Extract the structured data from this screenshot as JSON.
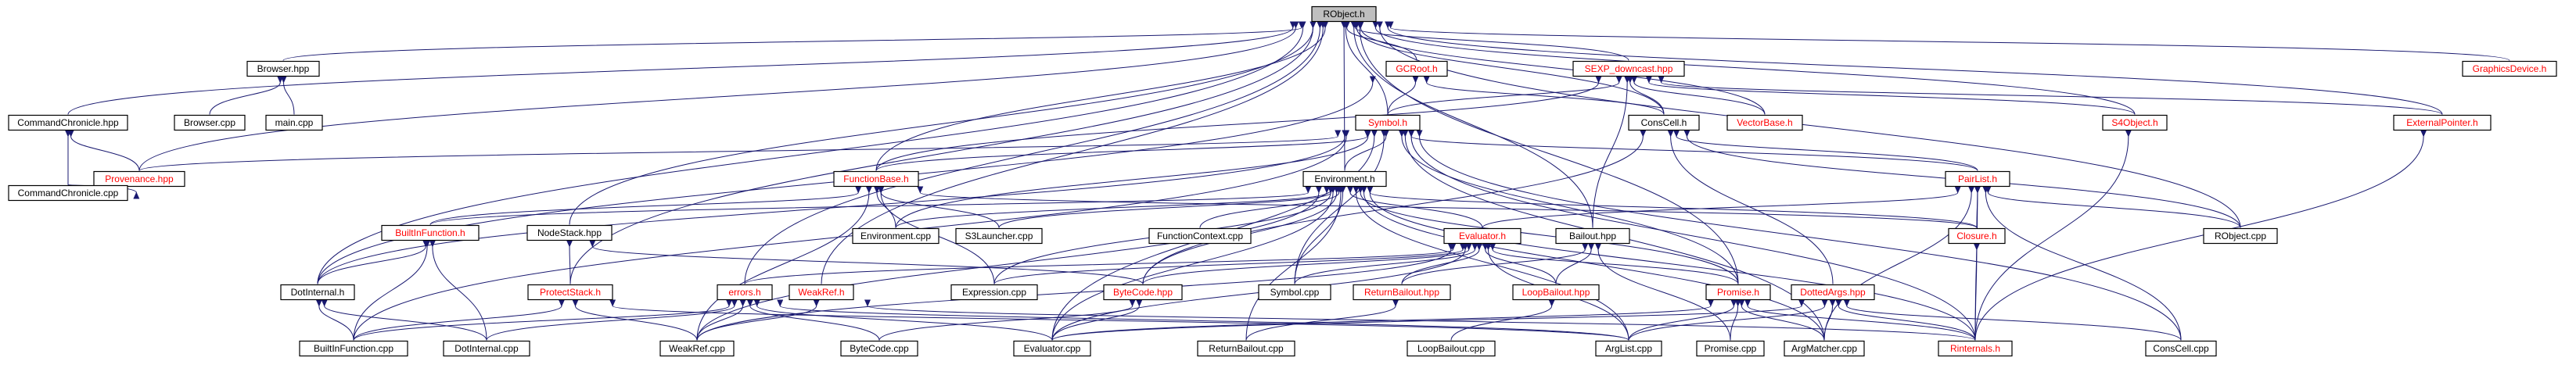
{
  "graph": {
    "edge_color": "#191970",
    "focus_fill": "#bfbfbf",
    "link_color": "#ff0000",
    "nodes": [
      {
        "id": "RObject_h",
        "label": "RObject.h",
        "focus": true,
        "linked": false
      },
      {
        "id": "CommandChronicle_hpp",
        "label": "CommandChronicle.hpp",
        "linked": false
      },
      {
        "id": "Browser_hpp",
        "label": "Browser.hpp",
        "linked": false
      },
      {
        "id": "GCRoot_h",
        "label": "GCRoot.h",
        "linked": true
      },
      {
        "id": "SEXP_downcast_hpp",
        "label": "SEXP_downcast.hpp",
        "linked": true
      },
      {
        "id": "GraphicsDevice_h",
        "label": "GraphicsDevice.h",
        "linked": true
      },
      {
        "id": "Browser_cpp",
        "label": "Browser.cpp",
        "linked": false
      },
      {
        "id": "main_cpp",
        "label": "main.cpp",
        "linked": false
      },
      {
        "id": "Symbol_h",
        "label": "Symbol.h",
        "linked": true
      },
      {
        "id": "ConsCell_h",
        "label": "ConsCell.h",
        "linked": false
      },
      {
        "id": "VectorBase_h",
        "label": "VectorBase.h",
        "linked": true
      },
      {
        "id": "S4Object_h",
        "label": "S4Object.h",
        "linked": true
      },
      {
        "id": "ExternalPointer_h",
        "label": "ExternalPointer.h",
        "linked": true
      },
      {
        "id": "Provenance_hpp",
        "label": "Provenance.hpp",
        "linked": true
      },
      {
        "id": "CommandChronicle_cpp",
        "label": "CommandChronicle.cpp",
        "linked": false
      },
      {
        "id": "FunctionBase_h",
        "label": "FunctionBase.h",
        "linked": true
      },
      {
        "id": "Environment_h",
        "label": "Environment.h",
        "linked": false
      },
      {
        "id": "PairList_h",
        "label": "PairList.h",
        "linked": true
      },
      {
        "id": "BuiltInFunction_h",
        "label": "BuiltInFunction.h",
        "linked": true
      },
      {
        "id": "NodeStack_hpp",
        "label": "NodeStack.hpp",
        "linked": false
      },
      {
        "id": "Environment_cpp",
        "label": "Environment.cpp",
        "linked": false
      },
      {
        "id": "S3Launcher_cpp",
        "label": "S3Launcher.cpp",
        "linked": false
      },
      {
        "id": "FunctionContext_cpp",
        "label": "FunctionContext.cpp",
        "linked": false
      },
      {
        "id": "Bailout_hpp",
        "label": "Bailout.hpp",
        "linked": false
      },
      {
        "id": "Closure_h",
        "label": "Closure.h",
        "linked": true
      },
      {
        "id": "RObject_cpp",
        "label": "RObject.cpp",
        "linked": false
      },
      {
        "id": "DotInternal_h",
        "label": "DotInternal.h",
        "linked": false
      },
      {
        "id": "ProtectStack_h",
        "label": "ProtectStack.h",
        "linked": true
      },
      {
        "id": "Evaluator_h",
        "label": "Evaluator.h",
        "linked": true
      },
      {
        "id": "Expression_cpp",
        "label": "Expression.cpp",
        "linked": false
      },
      {
        "id": "errors_h",
        "label": "errors.h",
        "linked": true
      },
      {
        "id": "WeakRef_h",
        "label": "WeakRef.h",
        "linked": true
      },
      {
        "id": "ByteCode_hpp",
        "label": "ByteCode.hpp",
        "linked": true
      },
      {
        "id": "Symbol_cpp",
        "label": "Symbol.cpp",
        "linked": false
      },
      {
        "id": "ReturnBailout_hpp",
        "label": "ReturnBailout.hpp",
        "linked": true
      },
      {
        "id": "LoopBailout_hpp",
        "label": "LoopBailout.hpp",
        "linked": true
      },
      {
        "id": "Promise_h",
        "label": "Promise.h",
        "linked": true
      },
      {
        "id": "DottedArgs_hpp",
        "label": "DottedArgs.hpp",
        "linked": true
      },
      {
        "id": "BuiltInFunction_cpp",
        "label": "BuiltInFunction.cpp",
        "linked": false
      },
      {
        "id": "DotInternal_cpp",
        "label": "DotInternal.cpp",
        "linked": false
      },
      {
        "id": "WeakRef_cpp",
        "label": "WeakRef.cpp",
        "linked": false
      },
      {
        "id": "ByteCode_cpp",
        "label": "ByteCode.cpp",
        "linked": false
      },
      {
        "id": "Evaluator_cpp",
        "label": "Evaluator.cpp",
        "linked": false
      },
      {
        "id": "ReturnBailout_cpp",
        "label": "ReturnBailout.cpp",
        "linked": false
      },
      {
        "id": "LoopBailout_cpp",
        "label": "LoopBailout.cpp",
        "linked": false
      },
      {
        "id": "ArgList_cpp",
        "label": "ArgList.cpp",
        "linked": false
      },
      {
        "id": "Promise_cpp",
        "label": "Promise.cpp",
        "linked": false
      },
      {
        "id": "ArgMatcher_cpp",
        "label": "ArgMatcher.cpp",
        "linked": false
      },
      {
        "id": "Rinternals_h",
        "label": "Rinternals.h",
        "linked": true
      },
      {
        "id": "ConsCell_cpp",
        "label": "ConsCell.cpp",
        "linked": false
      }
    ],
    "edges": [
      [
        "RObject_h",
        "CommandChronicle_hpp"
      ],
      [
        "RObject_h",
        "Browser_hpp"
      ],
      [
        "RObject_h",
        "GCRoot_h"
      ],
      [
        "RObject_h",
        "SEXP_downcast_hpp"
      ],
      [
        "RObject_h",
        "GraphicsDevice_h"
      ],
      [
        "RObject_h",
        "Symbol_h"
      ],
      [
        "RObject_h",
        "ConsCell_h"
      ],
      [
        "RObject_h",
        "VectorBase_h"
      ],
      [
        "RObject_h",
        "S4Object_h"
      ],
      [
        "RObject_h",
        "ExternalPointer_h"
      ],
      [
        "RObject_h",
        "Provenance_hpp"
      ],
      [
        "RObject_h",
        "FunctionBase_h"
      ],
      [
        "RObject_h",
        "Environment_h"
      ],
      [
        "RObject_h",
        "NodeStack_hpp"
      ],
      [
        "RObject_h",
        "Bailout_hpp"
      ],
      [
        "RObject_h",
        "RObject_cpp"
      ],
      [
        "RObject_h",
        "DotInternal_h"
      ],
      [
        "RObject_h",
        "ProtectStack_h"
      ],
      [
        "RObject_h",
        "errors_h"
      ],
      [
        "RObject_h",
        "WeakRef_h"
      ],
      [
        "RObject_h",
        "Promise_h"
      ],
      [
        "CommandChronicle_hpp",
        "Provenance_hpp"
      ],
      [
        "CommandChronicle_hpp",
        "CommandChronicle_cpp"
      ],
      [
        "Provenance_hpp",
        "CommandChronicle_cpp"
      ],
      [
        "Browser_hpp",
        "Browser_cpp"
      ],
      [
        "Browser_hpp",
        "main_cpp"
      ],
      [
        "GCRoot_h",
        "Symbol_h"
      ],
      [
        "GCRoot_h",
        "ConsCell_h"
      ],
      [
        "GCRoot_h",
        "DotInternal_h"
      ],
      [
        "SEXP_downcast_hpp",
        "Symbol_h"
      ],
      [
        "SEXP_downcast_hpp",
        "ConsCell_h"
      ],
      [
        "SEXP_downcast_hpp",
        "VectorBase_h"
      ],
      [
        "SEXP_downcast_hpp",
        "S4Object_h"
      ],
      [
        "SEXP_downcast_hpp",
        "ExternalPointer_h"
      ],
      [
        "SEXP_downcast_hpp",
        "FunctionBase_h"
      ],
      [
        "SEXP_downcast_hpp",
        "Bailout_hpp"
      ],
      [
        "Symbol_h",
        "Provenance_hpp"
      ],
      [
        "Symbol_h",
        "FunctionBase_h"
      ],
      [
        "Symbol_h",
        "Environment_h"
      ],
      [
        "Symbol_h",
        "PairList_h"
      ],
      [
        "Symbol_h",
        "DotInternal_h"
      ],
      [
        "Symbol_h",
        "Symbol_cpp"
      ],
      [
        "Symbol_h",
        "Promise_h"
      ],
      [
        "Symbol_h",
        "ArgMatcher_cpp"
      ],
      [
        "Symbol_h",
        "Rinternals_h"
      ],
      [
        "Symbol_h",
        "BuiltInFunction_cpp"
      ],
      [
        "Symbol_h",
        "Evaluator_cpp"
      ],
      [
        "Symbol_h",
        "Environment_cpp"
      ],
      [
        "Symbol_h",
        "ConsCell_cpp"
      ],
      [
        "ConsCell_h",
        "PairList_h"
      ],
      [
        "ConsCell_h",
        "DottedArgs_hpp"
      ],
      [
        "ConsCell_h",
        "ByteCode_hpp"
      ],
      [
        "ConsCell_h",
        "RObject_cpp"
      ],
      [
        "S4Object_h",
        "Rinternals_h"
      ],
      [
        "ExternalPointer_h",
        "Rinternals_h"
      ],
      [
        "FunctionBase_h",
        "BuiltInFunction_h"
      ],
      [
        "FunctionBase_h",
        "Closure_h"
      ],
      [
        "FunctionBase_h",
        "Environment_cpp"
      ],
      [
        "FunctionBase_h",
        "S3Launcher_cpp"
      ],
      [
        "FunctionBase_h",
        "Expression_cpp"
      ],
      [
        "FunctionBase_h",
        "WeakRef_cpp"
      ],
      [
        "Environment_h",
        "BuiltInFunction_h"
      ],
      [
        "Environment_h",
        "Environment_cpp"
      ],
      [
        "Environment_h",
        "S3Launcher_cpp"
      ],
      [
        "Environment_h",
        "FunctionContext_cpp"
      ],
      [
        "Environment_h",
        "Closure_h"
      ],
      [
        "Environment_h",
        "Evaluator_h"
      ],
      [
        "Environment_h",
        "Expression_cpp"
      ],
      [
        "Environment_h",
        "Symbol_cpp"
      ],
      [
        "Environment_h",
        "ByteCode_hpp"
      ],
      [
        "Environment_h",
        "Promise_h"
      ],
      [
        "Environment_h",
        "ArgList_cpp"
      ],
      [
        "Environment_h",
        "ArgMatcher_cpp"
      ],
      [
        "Environment_h",
        "Rinternals_h"
      ],
      [
        "Environment_h",
        "Evaluator_cpp"
      ],
      [
        "Environment_h",
        "ReturnBailout_cpp"
      ],
      [
        "Environment_h",
        "WeakRef_cpp"
      ],
      [
        "PairList_h",
        "Closure_h"
      ],
      [
        "PairList_h",
        "RObject_cpp"
      ],
      [
        "PairList_h",
        "Rinternals_h"
      ],
      [
        "PairList_h",
        "ConsCell_cpp"
      ],
      [
        "PairList_h",
        "ArgMatcher_cpp"
      ],
      [
        "PairList_h",
        "Evaluator_h"
      ],
      [
        "BuiltInFunction_h",
        "DotInternal_h"
      ],
      [
        "BuiltInFunction_h",
        "BuiltInFunction_cpp"
      ],
      [
        "BuiltInFunction_h",
        "DotInternal_cpp"
      ],
      [
        "NodeStack_hpp",
        "ProtectStack_h"
      ],
      [
        "NodeStack_hpp",
        "ByteCode_hpp"
      ],
      [
        "Bailout_hpp",
        "ReturnBailout_hpp"
      ],
      [
        "Bailout_hpp",
        "LoopBailout_hpp"
      ],
      [
        "Bailout_hpp",
        "Promise_cpp"
      ],
      [
        "Closure_h",
        "Rinternals_h"
      ],
      [
        "DotInternal_h",
        "BuiltInFunction_cpp"
      ],
      [
        "DotInternal_h",
        "DotInternal_cpp"
      ],
      [
        "ProtectStack_h",
        "BuiltInFunction_cpp"
      ],
      [
        "ProtectStack_h",
        "WeakRef_cpp"
      ],
      [
        "ProtectStack_h",
        "ArgList_cpp"
      ],
      [
        "Evaluator_h",
        "Expression_cpp"
      ],
      [
        "Evaluator_h",
        "errors_h"
      ],
      [
        "Evaluator_h",
        "ByteCode_hpp"
      ],
      [
        "Evaluator_h",
        "Symbol_cpp"
      ],
      [
        "Evaluator_h",
        "ReturnBailout_hpp"
      ],
      [
        "Evaluator_h",
        "LoopBailout_hpp"
      ],
      [
        "Evaluator_h",
        "Promise_h"
      ],
      [
        "Evaluator_h",
        "Evaluator_cpp"
      ],
      [
        "Evaluator_h",
        "WeakRef_cpp"
      ],
      [
        "Evaluator_h",
        "ArgList_cpp"
      ],
      [
        "errors_h",
        "BuiltInFunction_cpp"
      ],
      [
        "errors_h",
        "DotInternal_cpp"
      ],
      [
        "errors_h",
        "WeakRef_cpp"
      ],
      [
        "errors_h",
        "ByteCode_cpp"
      ],
      [
        "errors_h",
        "Evaluator_cpp"
      ],
      [
        "errors_h",
        "ArgList_cpp"
      ],
      [
        "WeakRef_h",
        "WeakRef_cpp"
      ],
      [
        "WeakRef_h",
        "Rinternals_h"
      ],
      [
        "ByteCode_hpp",
        "ByteCode_cpp"
      ],
      [
        "ByteCode_hpp",
        "Evaluator_cpp"
      ],
      [
        "ReturnBailout_hpp",
        "ReturnBailout_cpp"
      ],
      [
        "LoopBailout_hpp",
        "LoopBailout_cpp"
      ],
      [
        "Promise_h",
        "ArgList_cpp"
      ],
      [
        "Promise_h",
        "Promise_cpp"
      ],
      [
        "Promise_h",
        "ArgMatcher_cpp"
      ],
      [
        "Promise_h",
        "Rinternals_h"
      ],
      [
        "Promise_h",
        "Evaluator_cpp"
      ],
      [
        "DottedArgs_hpp",
        "ArgList_cpp"
      ],
      [
        "DottedArgs_hpp",
        "ArgMatcher_cpp"
      ],
      [
        "DottedArgs_hpp",
        "Rinternals_h"
      ],
      [
        "DottedArgs_hpp",
        "ConsCell_cpp"
      ],
      [
        "DottedArgs_hpp",
        "Evaluator_cpp"
      ]
    ]
  }
}
